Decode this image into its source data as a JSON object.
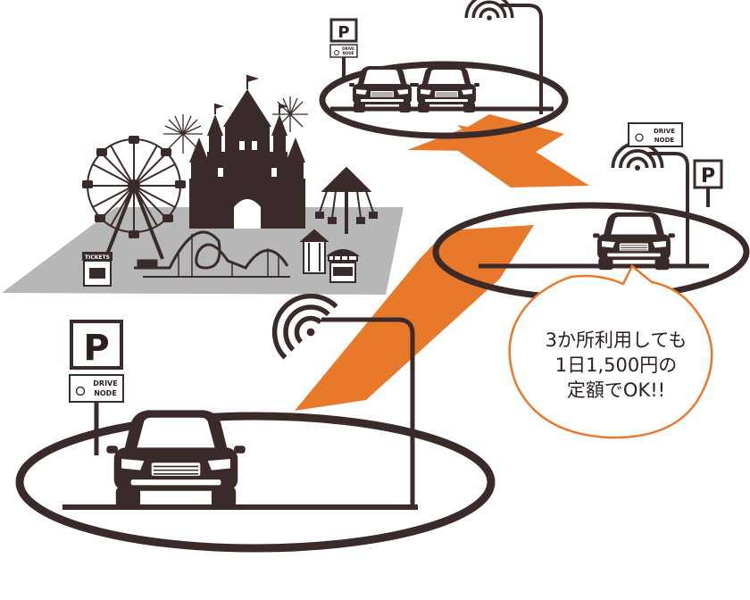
{
  "colors": {
    "dark": "#3a2a2a",
    "arrow": "#e8782a",
    "ground": "#b7b7b7",
    "bubble_stroke": "#e8782a"
  },
  "signs": {
    "parking_letter": "P",
    "drive_node_line1": "DRIVE",
    "drive_node_line2": "NODE"
  },
  "amusement_park": {
    "ticket_booth_label": "TICKETS"
  },
  "bubble": {
    "line1": "3か所利用しても",
    "line2": "1日1,500円の",
    "line3": "定額でOK!!"
  },
  "icons": {
    "wifi": "wifi-signal-icon",
    "car": "car-front-icon",
    "parking": "parking-sign-icon",
    "node": "drive-node-icon"
  }
}
